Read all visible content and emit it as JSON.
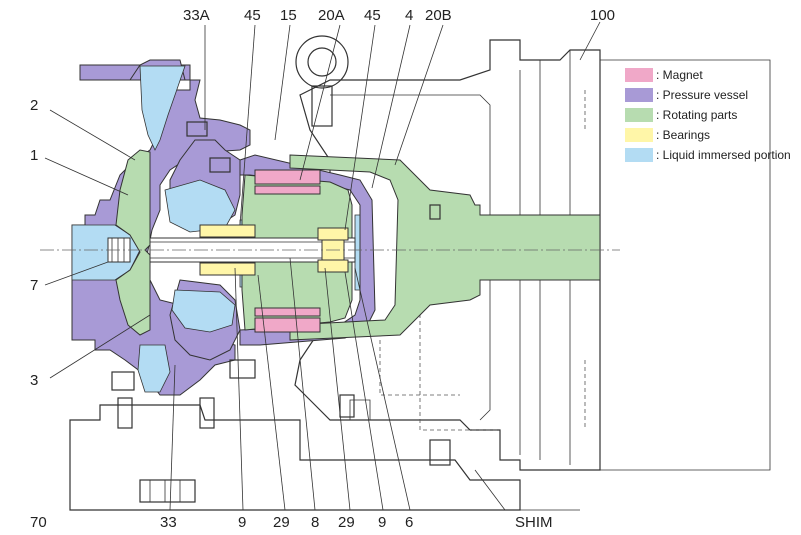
{
  "legend": [
    {
      "label": ": Magnet",
      "color": "#f0a8c8"
    },
    {
      "label": ": Pressure vessel",
      "color": "#a89ad6"
    },
    {
      "label": ": Rotating parts",
      "color": "#b7dcb0"
    },
    {
      "label": ": Bearings",
      "color": "#fff6a8"
    },
    {
      "label": ": Liquid immersed portion",
      "color": "#b3dcf3"
    }
  ],
  "colors": {
    "magnet": "#f0a8c8",
    "pressure_vessel": "#a89ad6",
    "rotating_parts": "#b7dcb0",
    "bearings": "#fff6a8",
    "liquid": "#b3dcf3",
    "housing": "#ffffff",
    "line": "#333333"
  },
  "callouts": [
    {
      "id": "33A",
      "text": "33A"
    },
    {
      "id": "45a",
      "text": "45"
    },
    {
      "id": "15",
      "text": "15"
    },
    {
      "id": "20A",
      "text": "20A"
    },
    {
      "id": "45b",
      "text": "45"
    },
    {
      "id": "4",
      "text": "4"
    },
    {
      "id": "20B",
      "text": "20B"
    },
    {
      "id": "100",
      "text": "100"
    },
    {
      "id": "2",
      "text": "2"
    },
    {
      "id": "1",
      "text": "1"
    },
    {
      "id": "7",
      "text": "7"
    },
    {
      "id": "3",
      "text": "3"
    },
    {
      "id": "70",
      "text": "70"
    },
    {
      "id": "33",
      "text": "33"
    },
    {
      "id": "9a",
      "text": "9"
    },
    {
      "id": "29a",
      "text": "29"
    },
    {
      "id": "8",
      "text": "8"
    },
    {
      "id": "29b",
      "text": "29"
    },
    {
      "id": "9b",
      "text": "9"
    },
    {
      "id": "6",
      "text": "6"
    },
    {
      "id": "SHIM",
      "text": "SHIM"
    }
  ]
}
